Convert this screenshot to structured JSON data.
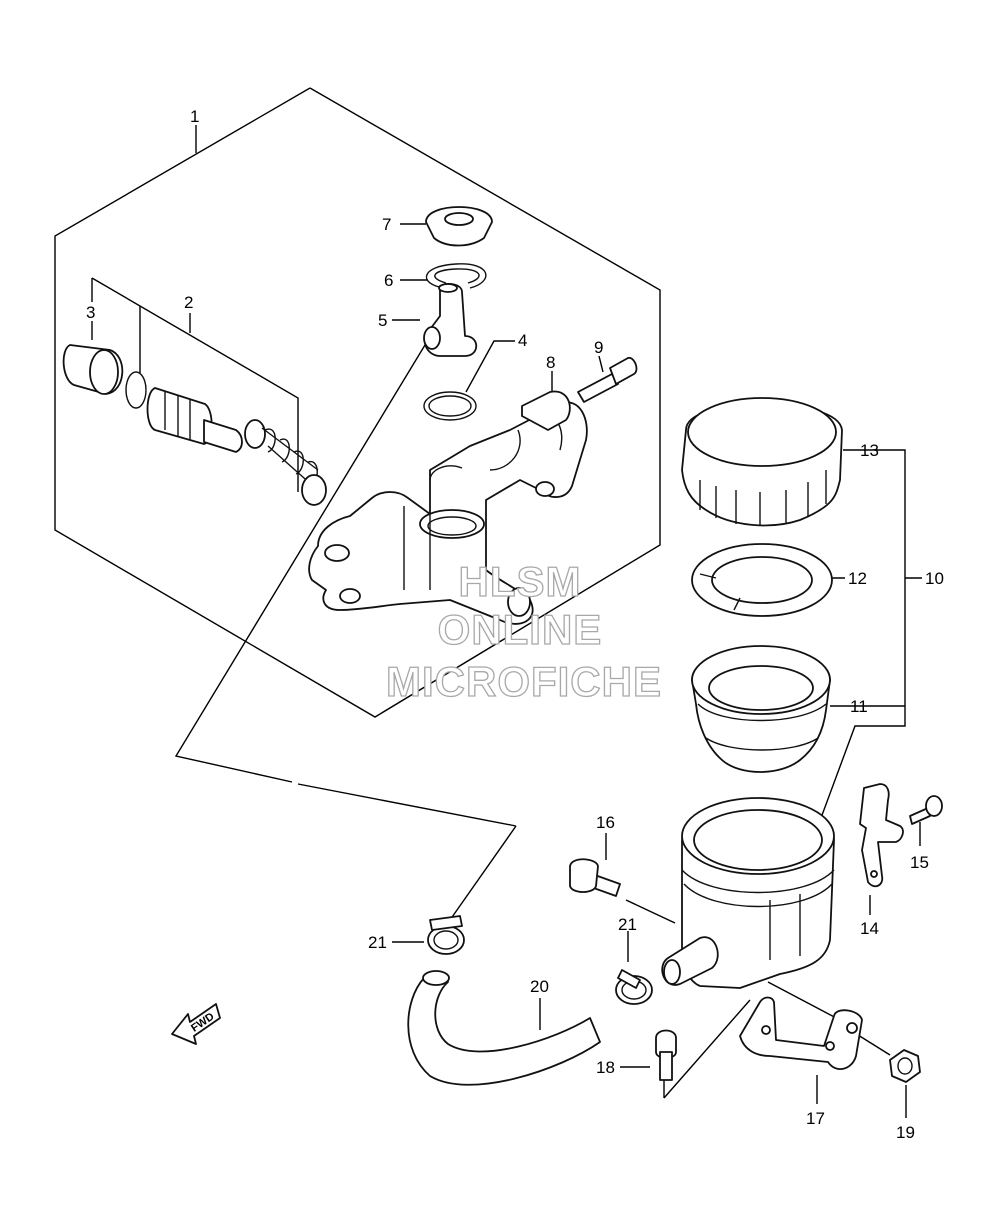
{
  "callouts": {
    "c1": "1",
    "c2": "2",
    "c3": "3",
    "c4": "4",
    "c5": "5",
    "c6": "6",
    "c7": "7",
    "c8": "8",
    "c9": "9",
    "c10": "10",
    "c11": "11",
    "c12": "12",
    "c13": "13",
    "c14": "14",
    "c15": "15",
    "c16": "16",
    "c17": "17",
    "c18": "18",
    "c19": "19",
    "c20": "20",
    "c21a": "21",
    "c21b": "21"
  },
  "fwd_label": "FWD",
  "watermark": {
    "line1": "HLSM",
    "line2": "ONLINE",
    "line3": "MICROFICHE"
  }
}
